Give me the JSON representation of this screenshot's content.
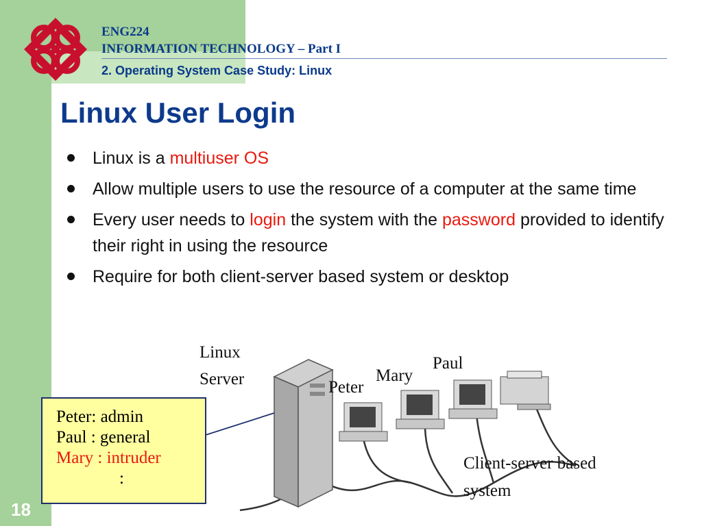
{
  "header": {
    "course_code": "ENG224",
    "course_title": "INFORMATION TECHNOLOGY – Part I",
    "section": "2. Operating System Case Study: Linux"
  },
  "slide": {
    "title": "Linux User Login",
    "bullets": [
      {
        "text_a": "Linux is a ",
        "highlight_a": "multiuser OS"
      },
      {
        "text_a": "Allow multiple users to use the resource of a computer at the same time"
      },
      {
        "text_a": "Every user needs to ",
        "highlight_a": "login",
        "text_b": " the system with the ",
        "highlight_b": "password",
        "text_c": " provided to identify their right in using the resource"
      },
      {
        "text_a": "Require for both client-server based system or desktop"
      }
    ],
    "page_number": "18"
  },
  "diagram": {
    "server_label_1": "Linux",
    "server_label_2": "Server",
    "client_peter": "Peter",
    "client_mary": "Mary",
    "client_paul": "Paul",
    "caption_1": "Client-server based",
    "caption_2": "system",
    "accounts": {
      "line_1": "Peter: admin",
      "line_2": "Paul : general",
      "line_3": "Mary : intruder",
      "line_4": ":"
    }
  },
  "colors": {
    "accent_green": "#a5d19a",
    "title_blue": "#0d3a8c",
    "highlight_red": "#e8190f",
    "box_yellow": "#ffff9f"
  }
}
